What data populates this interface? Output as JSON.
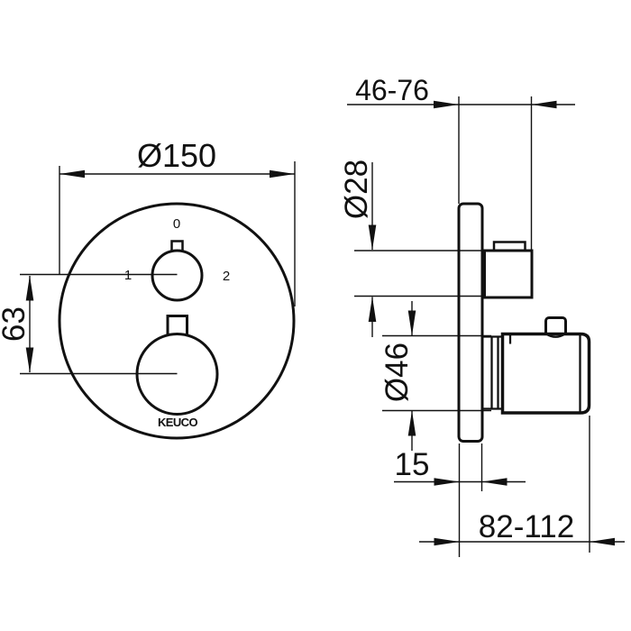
{
  "page": {
    "background_color": "#ffffff",
    "line_color": "#111111"
  },
  "drawing": {
    "type": "technical-dimension-drawing",
    "brand": "KEUCO",
    "front_view": {
      "dims": {
        "faceplate_diameter": "Ø150",
        "handle_spacing": "63"
      },
      "position_labels": {
        "pos0": "0",
        "pos1": "1",
        "pos2": "2"
      }
    },
    "side_view": {
      "dims": {
        "depth_range_small_handle": "46-76",
        "small_handle_diameter": "Ø28",
        "large_handle_diameter": "Ø46",
        "faceplate_thickness": "15",
        "depth_range_total": "82-112"
      }
    }
  }
}
